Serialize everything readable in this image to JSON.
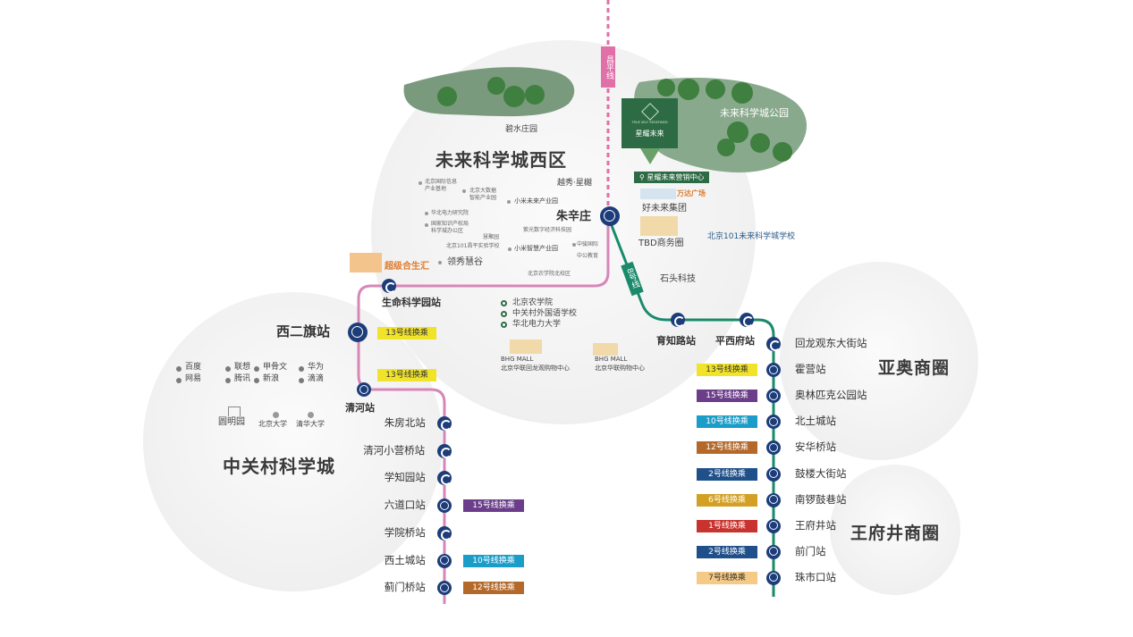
{
  "colors": {
    "line8": "#1a8a6a",
    "line13": "#d786b8",
    "changping": "#e16fa8",
    "subway_icon": "#1d3d7a",
    "forest": "#4e7d55"
  },
  "zones": {
    "wlkxc_west": "未来科学城西区",
    "zgc": "中关村科学城",
    "yaoao": "亚奥商圈",
    "wfj": "王府井商圈",
    "park": "未来科学城公园",
    "bishui": "碧水庄园"
  },
  "lines": {
    "changping": "昌平线",
    "line8": "8号线"
  },
  "project": {
    "name": "星耀未来",
    "tagline": "TRUE SELF REDEFINED",
    "sales": "星耀未来营销中心"
  },
  "pois": {
    "wanda": "万达广场",
    "hweilai": "好未来集团",
    "tbd": "TBD商务圈",
    "school101": "北京101未来科学城学校",
    "stone": "石头科技",
    "chaoji": "超级合生汇",
    "yuexiu": "越秀·星樾",
    "lingxiu": "领秀慧谷",
    "xiaomi_park": "小米未来产业园",
    "xiaomi_smart": "小米智慧产业园",
    "bjinfo": "北京国际信息\n产业基地",
    "bigdata": "北京大数据\n智能产业园",
    "huabei": "华北电力研究院",
    "ip": "国家知识产权局\n科学城办公区",
    "huiyuan": "慧聚园",
    "bj101": "北京101昌平实验学校",
    "ziguang": "紫光数字经济科技园",
    "zhongjun": "中骏国际",
    "zhonggong": "中公教育",
    "bjnongye_north": "北京农学院北校区",
    "bjnongye": "北京农学院",
    "zgc_foreign": "中关村外国语学校",
    "ncepu": "华北电力大学",
    "bhg1_a": "BHG MALL",
    "bhg1_b": "北京华联回龙观购物中心",
    "bhg2_a": "BHG MALL",
    "bhg2_b": "北京华联购物中心",
    "yuanmingyuan": "圆明园",
    "pku": "北京大学",
    "thu": "清华大学"
  },
  "companies": [
    "百度",
    "联想",
    "甲骨文",
    "华为",
    "网易",
    "腾讯",
    "新浪",
    "滴滴"
  ],
  "stations": {
    "zhuxinzhuang": "朱辛庄",
    "shengming": "生命科学园站",
    "xierqi": "西二旗站",
    "qinghe": "清河站",
    "yuzhilu": "育知路站",
    "pingxifu": "平西府站"
  },
  "badges": {
    "xierqi": "13号线换乘",
    "qinghe": "13号线换乘"
  },
  "line_left": [
    {
      "name": "朱房北站",
      "transfer": ""
    },
    {
      "name": "清河小营桥站",
      "transfer": ""
    },
    {
      "name": "学知园站",
      "transfer": ""
    },
    {
      "name": "六道口站",
      "transfer": "15号线换乘",
      "color": "#6b3d8a"
    },
    {
      "name": "学院桥站",
      "transfer": ""
    },
    {
      "name": "西土城站",
      "transfer": "10号线换乘",
      "color": "#1a9dc8"
    },
    {
      "name": "蓟门桥站",
      "transfer": "12号线换乘",
      "color": "#b4692a"
    }
  ],
  "line_right": [
    {
      "name": "回龙观东大街站",
      "transfer": "",
      "color": ""
    },
    {
      "name": "霍营站",
      "transfer": "13号线换乘",
      "color": "#f1e32a"
    },
    {
      "name": "奥林匹克公园站",
      "transfer": "15号线换乘",
      "color": "#6b3d8a"
    },
    {
      "name": "北土城站",
      "transfer": "10号线换乘",
      "color": "#1a9dc8"
    },
    {
      "name": "安华桥站",
      "transfer": "12号线换乘",
      "color": "#b4692a"
    },
    {
      "name": "鼓楼大街站",
      "transfer": "2号线换乘",
      "color": "#20508a"
    },
    {
      "name": "南锣鼓巷站",
      "transfer": "6号线换乘",
      "color": "#d3a024"
    },
    {
      "name": "王府井站",
      "transfer": "1号线换乘",
      "color": "#c8332d"
    },
    {
      "name": "前门站",
      "transfer": "2号线换乘",
      "color": "#20508a"
    },
    {
      "name": "珠市口站",
      "transfer": "7号线换乘",
      "color": "#f5c986"
    }
  ]
}
